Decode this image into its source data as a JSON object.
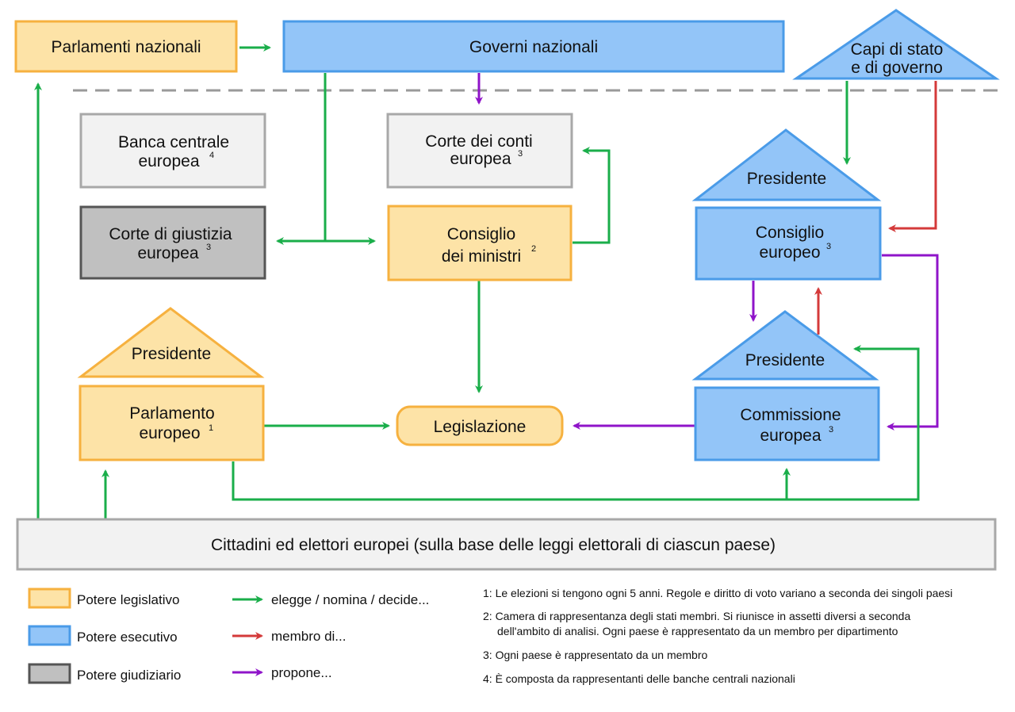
{
  "colors": {
    "legislative_fill": "#fde3a7",
    "legislative_stroke": "#f6b13f",
    "executive_fill": "#93c5f8",
    "executive_stroke": "#4a9be8",
    "judicial_fill": "#c0c0c0",
    "judicial_stroke": "#555555",
    "neutral_fill": "#f2f2f2",
    "neutral_stroke": "#a8a8a8",
    "arrow_elects": "#1aae4a",
    "arrow_member": "#d43a3a",
    "arrow_proposes": "#8f14c9"
  },
  "nodes": {
    "parlamenti_nazionali": "Parlamenti nazionali",
    "governi_nazionali": "Governi nazionali",
    "capi_di_stato_line1": "Capi di stato",
    "capi_di_stato_line2": "e di governo",
    "bce_line1": "Banca centrale",
    "bce_line2": "europea",
    "bce_note": "4",
    "corte_conti_line1": "Corte dei conti",
    "corte_conti_line2": "europea",
    "corte_conti_note": "3",
    "corte_giustizia_line1": "Corte di giustizia",
    "corte_giustizia_line2": "europea",
    "corte_giustizia_note": "3",
    "consiglio_ministri_line1": "Consiglio",
    "consiglio_ministri_line2": "dei ministri",
    "consiglio_ministri_note": "2",
    "presidente_consiglio": "Presidente",
    "consiglio_europeo_line1": "Consiglio",
    "consiglio_europeo_line2": "europeo",
    "consiglio_europeo_note": "3",
    "presidente_parlamento": "Presidente",
    "parlamento_line1": "Parlamento",
    "parlamento_line2": "europeo",
    "parlamento_note": "1",
    "legislazione": "Legislazione",
    "presidente_commissione": "Presidente",
    "commissione_line1": "Commissione",
    "commissione_line2": "europea",
    "commissione_note": "3",
    "cittadini": "Cittadini ed elettori europei (sulla base delle leggi elettorali di ciascun paese)"
  },
  "legend": {
    "legislative": "Potere legislativo",
    "executive": "Potere esecutivo",
    "judicial": "Potere giudiziario",
    "elects": "elegge / nomina / decide...",
    "member": "membro di...",
    "proposes": "propone..."
  },
  "notes": {
    "n1": "1: Le elezioni si tengono ogni 5 anni. Regole e diritto di voto variano a seconda dei singoli paesi",
    "n2_line1": "2: Camera di rappresentanza degli stati membri. Si riunisce in assetti diversi a seconda",
    "n2_line2": "dell'ambito di analisi. Ogni paese è rappresentato da un membro per dipartimento",
    "n3": "3: Ogni paese è rappresentato da un membro",
    "n4": "4: È composta da rappresentanti delle banche centrali nazionali"
  }
}
